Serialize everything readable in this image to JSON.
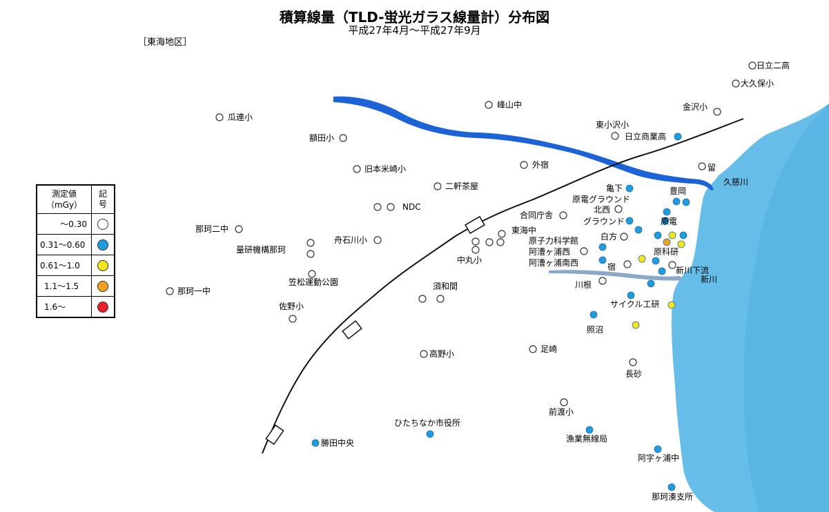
{
  "title": "積算線量（TLD-蛍光ガラス線量計）分布図",
  "subtitle": "平成27年4月～平成27年9月",
  "region": "［東海地区］",
  "legend": {
    "header_value": "測定値\n（mGy）",
    "header_symbol": "記\n号",
    "rows": [
      {
        "range": "～0.30",
        "color": "#ffffff"
      },
      {
        "range": "0.31～0.60",
        "color": "#1f9be0"
      },
      {
        "range": "0.61～1.0",
        "color": "#f5e61c"
      },
      {
        "range": "1.1～1.5",
        "color": "#f0a020"
      },
      {
        "range": "1.6～",
        "color": "#e8202a"
      }
    ]
  },
  "colors": {
    "sea": "#66bde8",
    "river": "#1d63d8",
    "railway": "#111111"
  },
  "geo_labels": {
    "river_kuji": "久慈川",
    "river_shinkawa": "新川"
  },
  "stations": [
    {
      "name": "日立二高",
      "level": "～0.30"
    },
    {
      "name": "大久保小",
      "level": "～0.30"
    },
    {
      "name": "金沢小",
      "level": "～0.30"
    },
    {
      "name": "峰山中",
      "level": "～0.30"
    },
    {
      "name": "瓜連小",
      "level": "～0.30"
    },
    {
      "name": "額田小",
      "level": "～0.30"
    },
    {
      "name": "東小沢小",
      "level": "～0.30"
    },
    {
      "name": "日立商業高",
      "level": "0.31～0.60"
    },
    {
      "name": "留",
      "level": "～0.30"
    },
    {
      "name": "旧本米崎小",
      "level": "～0.30"
    },
    {
      "name": "外宿",
      "level": "～0.30"
    },
    {
      "name": "二軒茶屋",
      "level": "～0.30"
    },
    {
      "name": "亀下",
      "level": "0.31～0.60"
    },
    {
      "name": "豊岡",
      "level": "0.31～0.60"
    },
    {
      "name": "原電グラウンド",
      "level": "0.31～0.60"
    },
    {
      "name": "北西",
      "level": "～0.30"
    },
    {
      "name": "NDC",
      "level": "～0.30"
    },
    {
      "name": "合同庁舎",
      "level": "～0.30"
    },
    {
      "name": "グラウンド",
      "level": "0.31～0.60"
    },
    {
      "name": "原電",
      "level": "0.31～0.60"
    },
    {
      "name": "那珂二中",
      "level": "～0.30"
    },
    {
      "name": "東海中",
      "level": "～0.30"
    },
    {
      "name": "白方",
      "level": "～0.30"
    },
    {
      "name": "舟石川小",
      "level": "～0.30"
    },
    {
      "name": "原子力科学館",
      "level": "0.31～0.60"
    },
    {
      "name": "量研機構那珂",
      "level": "～0.30"
    },
    {
      "name": "阿漕ヶ浦西",
      "level": "～0.30"
    },
    {
      "name": "原科研",
      "level": "0.61～1.0"
    },
    {
      "name": "中丸小",
      "level": "～0.30"
    },
    {
      "name": "阿漕ヶ浦南西",
      "level": "0.31～0.60"
    },
    {
      "name": "宿",
      "level": "～0.30"
    },
    {
      "name": "新川下流",
      "level": "～0.30"
    },
    {
      "name": "笠松運動公園",
      "level": "～0.30"
    },
    {
      "name": "川根",
      "level": "～0.30"
    },
    {
      "name": "須和間",
      "level": "～0.30"
    },
    {
      "name": "那珂一中",
      "level": "～0.30"
    },
    {
      "name": "サイクル工研",
      "level": "0.61～1.0"
    },
    {
      "name": "佐野小",
      "level": "～0.30"
    },
    {
      "name": "照沼",
      "level": "0.31～0.60"
    },
    {
      "name": "足崎",
      "level": "～0.30"
    },
    {
      "name": "高野小",
      "level": "～0.30"
    },
    {
      "name": "長砂",
      "level": "～0.30"
    },
    {
      "name": "前渡小",
      "level": "～0.30"
    },
    {
      "name": "ひたちなか市役所",
      "level": "0.31～0.60"
    },
    {
      "name": "漁業無線局",
      "level": "0.31～0.60"
    },
    {
      "name": "勝田中央",
      "level": "0.31～0.60"
    },
    {
      "name": "阿字ヶ浦中",
      "level": "0.31～0.60"
    },
    {
      "name": "那珂湊支所",
      "level": "0.31～0.60"
    }
  ]
}
